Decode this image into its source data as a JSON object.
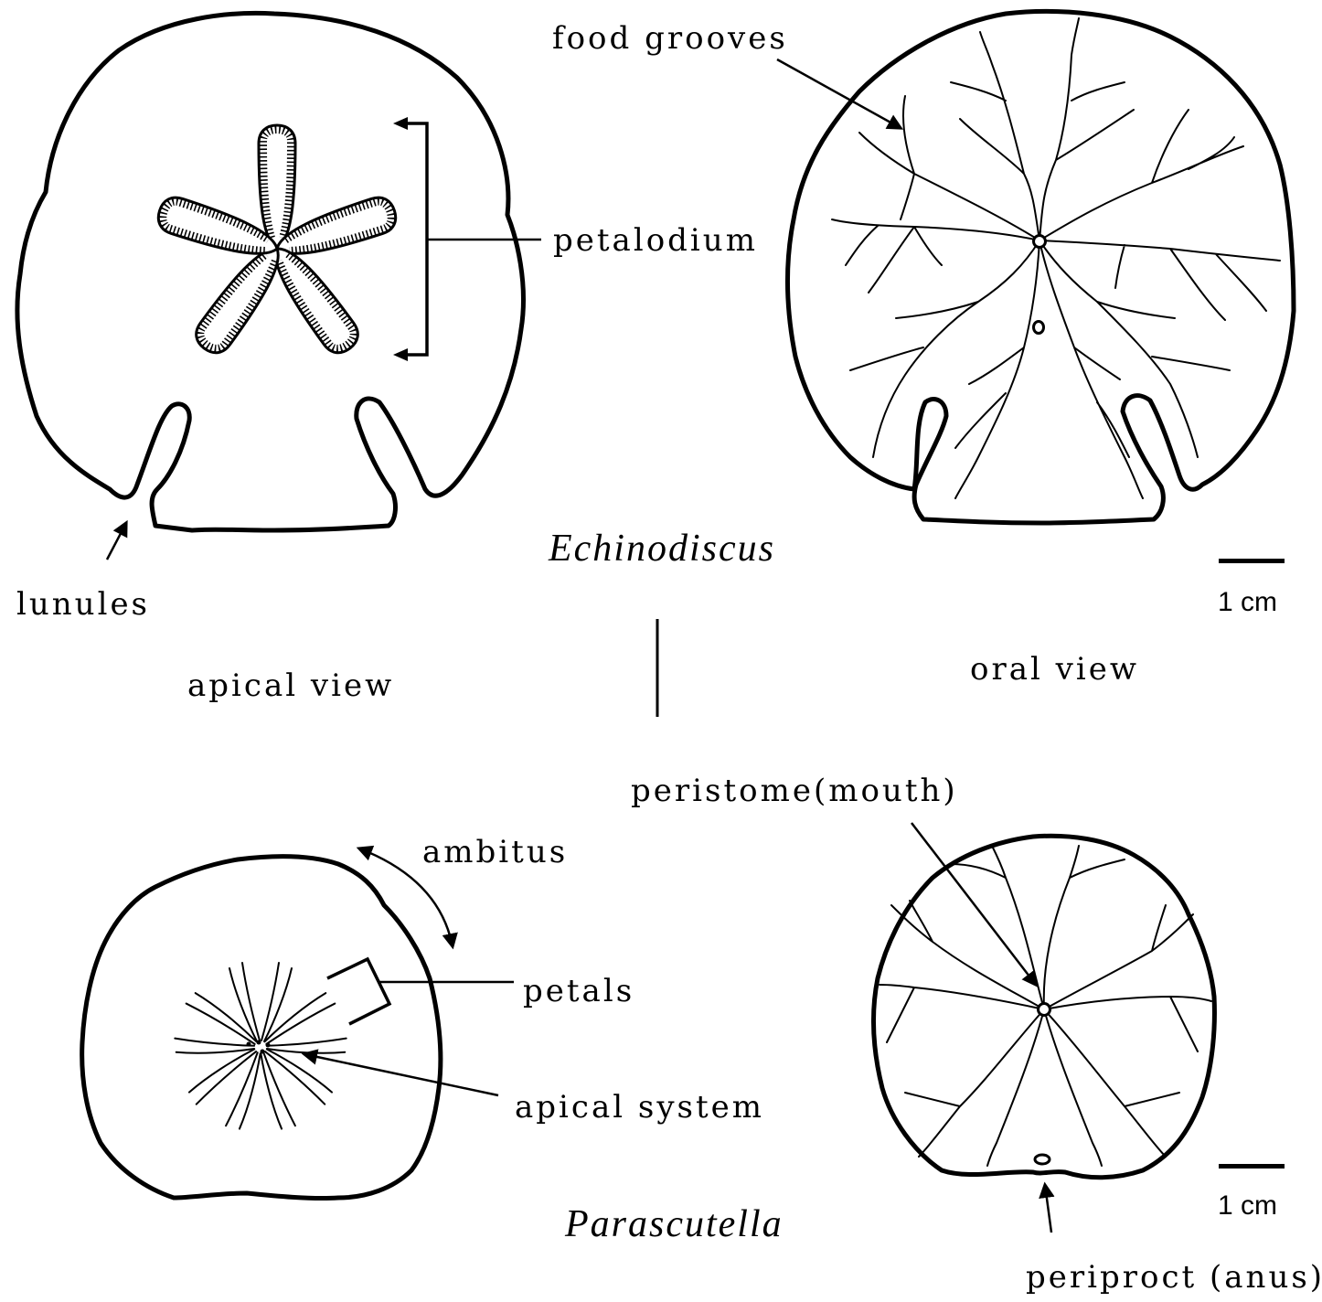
{
  "echinodiscus": {
    "genus": "Echinodiscus",
    "labels": {
      "food_grooves": "food grooves",
      "petalodium": "petalodium",
      "lunules": "lunules"
    },
    "scale_bar": "1 cm"
  },
  "views": {
    "apical": "apical view",
    "oral": "oral view"
  },
  "parascutella": {
    "genus": "Parascutella",
    "labels": {
      "peristome": "peristome(mouth)",
      "ambitus": "ambitus",
      "petals": "petals",
      "apical_system": "apical system",
      "periproct": "periproct (anus)"
    },
    "scale_bar": "1 cm"
  }
}
